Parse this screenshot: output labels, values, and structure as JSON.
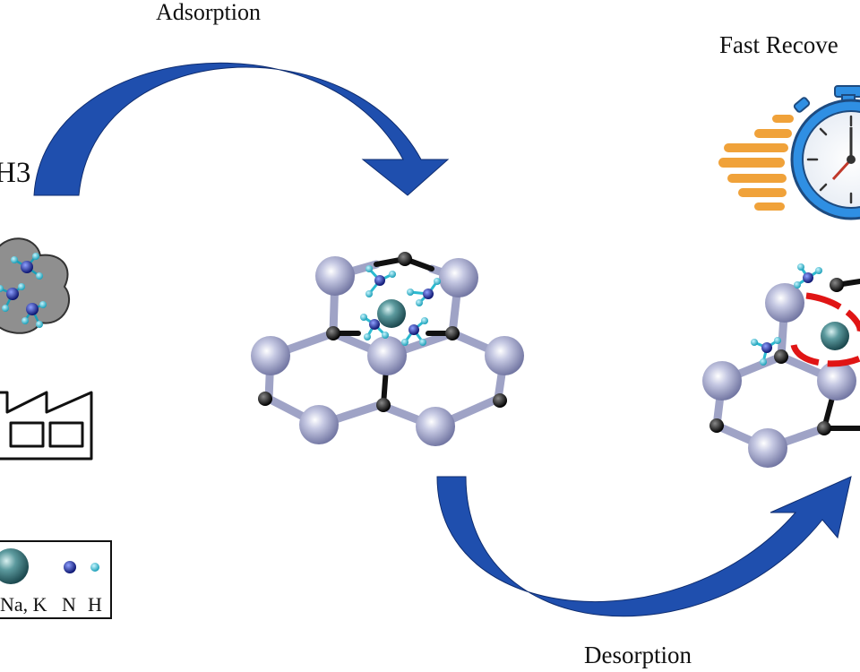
{
  "labels": {
    "adsorption": "Adsorption",
    "desorption": "Desorption",
    "fast_recovery": "Fast Recove",
    "gas": "H3"
  },
  "legend": {
    "metal": "Na, K",
    "nitrogen": "N",
    "hydrogen": "H"
  },
  "colors": {
    "arrow_blue": "#1f4fae",
    "metal_atom": "#4e8a8e",
    "lattice_atom": "#9fa3c6",
    "carbon_atom": "#1a1a1a",
    "nitrogen_atom": "#12219a",
    "hydrogen_atom": "#2bbad0",
    "clock_blue": "#2f8fe3",
    "speed_lines": "#f0a23a",
    "recovery_arc": "#e01515",
    "cloud_gray": "#8f8f8f"
  },
  "icons": [
    "stopwatch-icon",
    "factory-icon",
    "gas-cloud-icon"
  ]
}
